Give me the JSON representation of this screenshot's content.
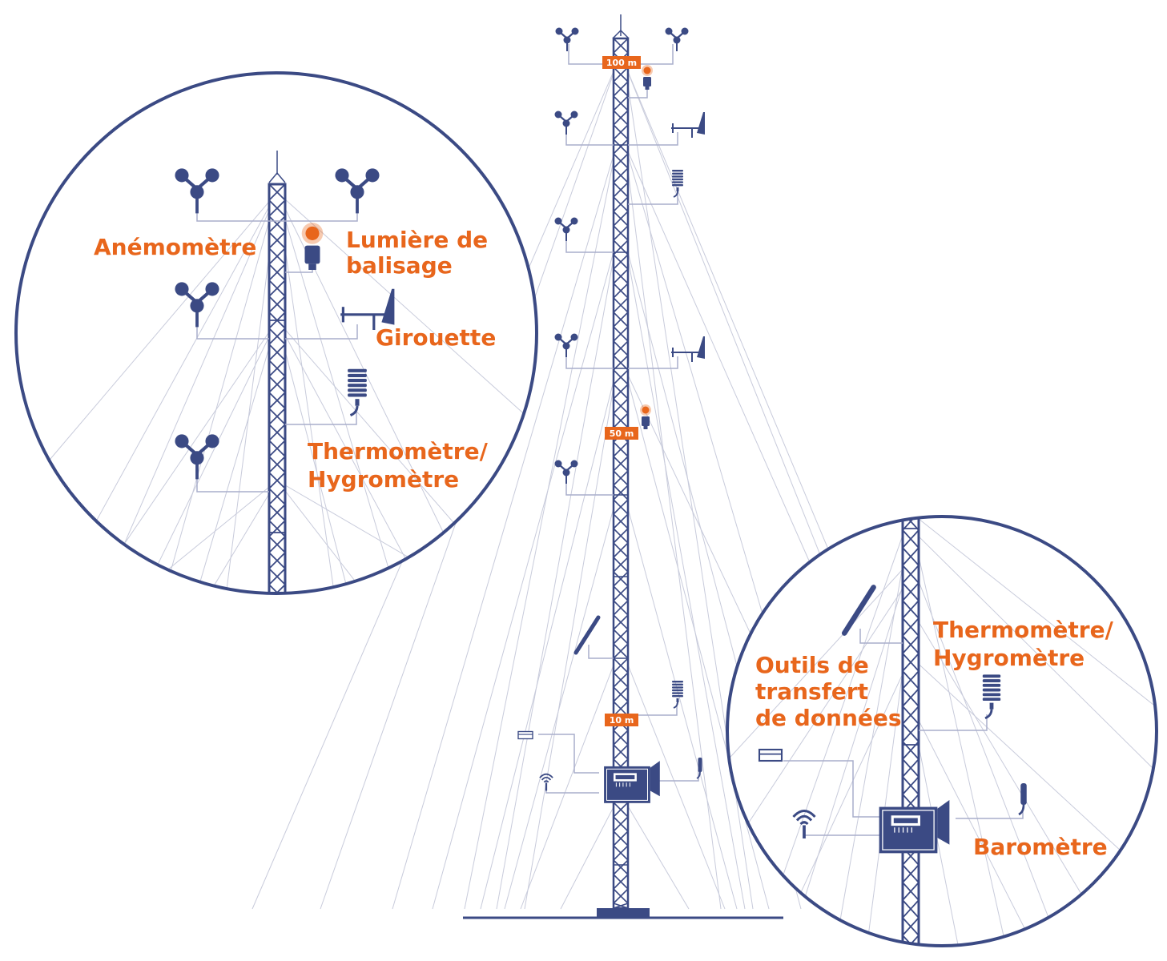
{
  "colors": {
    "navy": "#3b4a84",
    "orange": "#e8661c",
    "guy": "#c8cbdb",
    "connector": "#a9aecb"
  },
  "tower": {
    "heights": [
      "100 m",
      "50 m",
      "10 m"
    ]
  },
  "callout_top": {
    "labels": {
      "anemometre": "Anémomètre",
      "lumiere_1": "Lumière de",
      "lumiere_2": "balisage",
      "girouette": "Girouette",
      "thermo_1": "Thermomètre/",
      "thermo_2": "Hygromètre"
    }
  },
  "callout_bottom": {
    "labels": {
      "outils_1": "Outils de",
      "outils_2": "transfert",
      "outils_3": "de données",
      "thermo_1": "Thermomètre/",
      "thermo_2": "Hygromètre",
      "barometre": "Baromètre"
    }
  },
  "icons": [
    "anemometer-icon",
    "wind-vane-icon",
    "beacon-light-icon",
    "thermo-hygrometer-icon",
    "solar-panel-icon",
    "antenna-icon",
    "data-box-icon",
    "barometer-icon"
  ]
}
